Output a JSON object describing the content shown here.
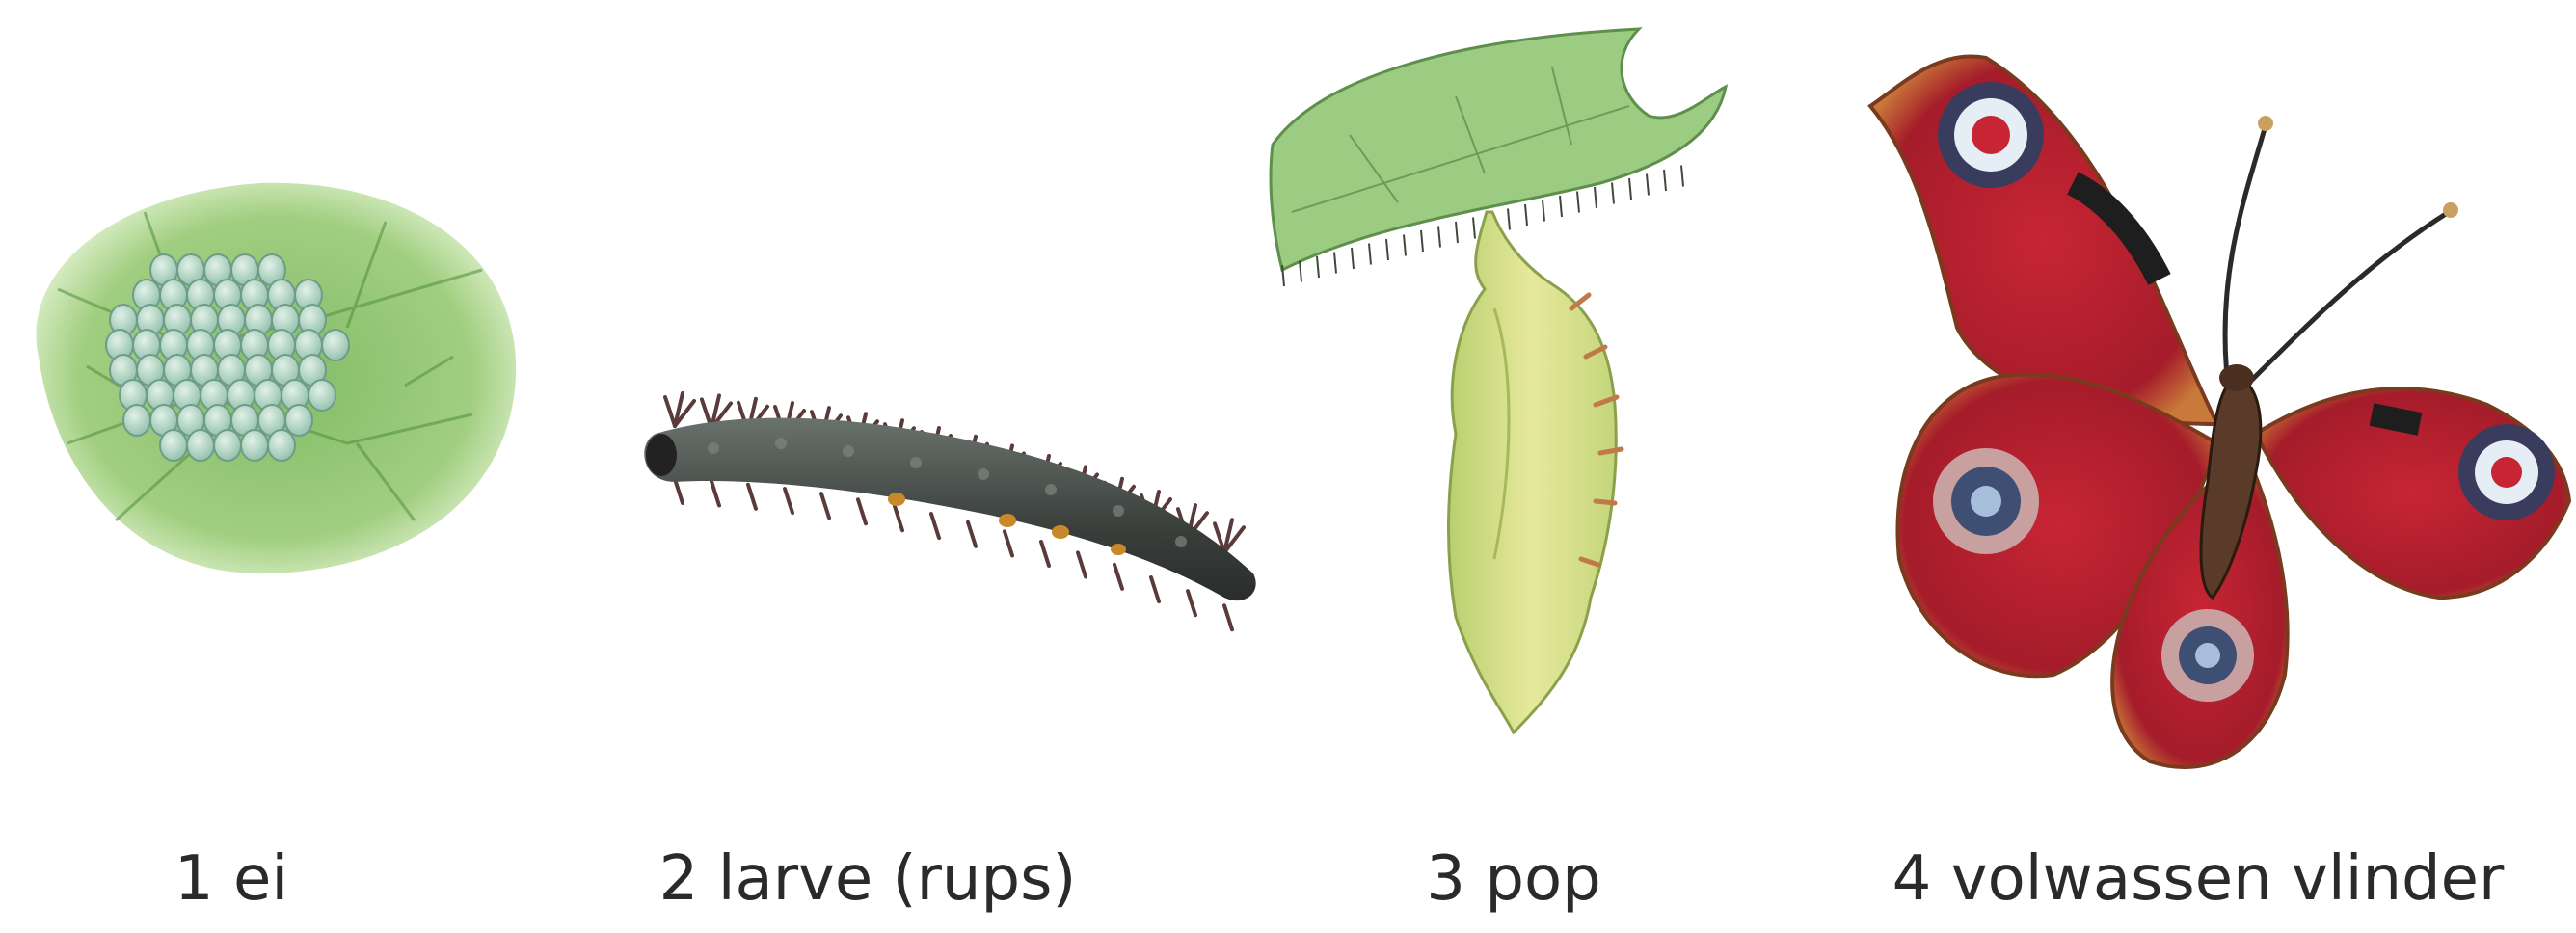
{
  "stages": [
    {
      "label": "1 ei",
      "icon": "egg-cluster-icon"
    },
    {
      "label": "2 larve (rups)",
      "icon": "caterpillar-icon"
    },
    {
      "label": "3 pop",
      "icon": "pupa-icon"
    },
    {
      "label": "4 volwassen vlinder",
      "icon": "butterfly-icon"
    }
  ],
  "colors": {
    "leaf": "#8cc36a",
    "egg": "#b7d8c6",
    "caterpillar": "#3c413d",
    "pupa": "#d6e08a",
    "wing_red": "#b5202e"
  }
}
